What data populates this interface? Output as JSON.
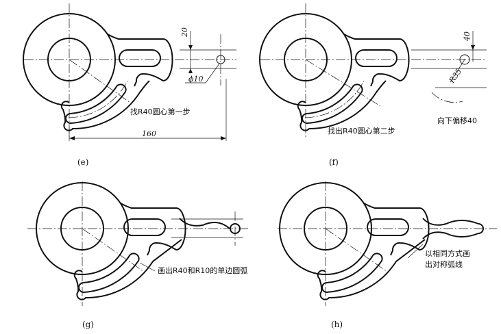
{
  "panels": {
    "e": {
      "caption": "(e)",
      "note": "找R40圆心第一步",
      "dims": {
        "d20": "20",
        "dphi": "ϕ10",
        "d160": "160"
      }
    },
    "f": {
      "caption": "(f)",
      "note": "找出R40圆心第二步",
      "note2": "向下偏移40",
      "dims": {
        "d40": "40",
        "r35": "R35"
      }
    },
    "g": {
      "caption": "(g)",
      "note": "画出R40和R10的单边圆弧"
    },
    "h": {
      "caption": "(h)",
      "note_line1": "以相同方式画",
      "note_line2": "出对称弧线"
    }
  }
}
